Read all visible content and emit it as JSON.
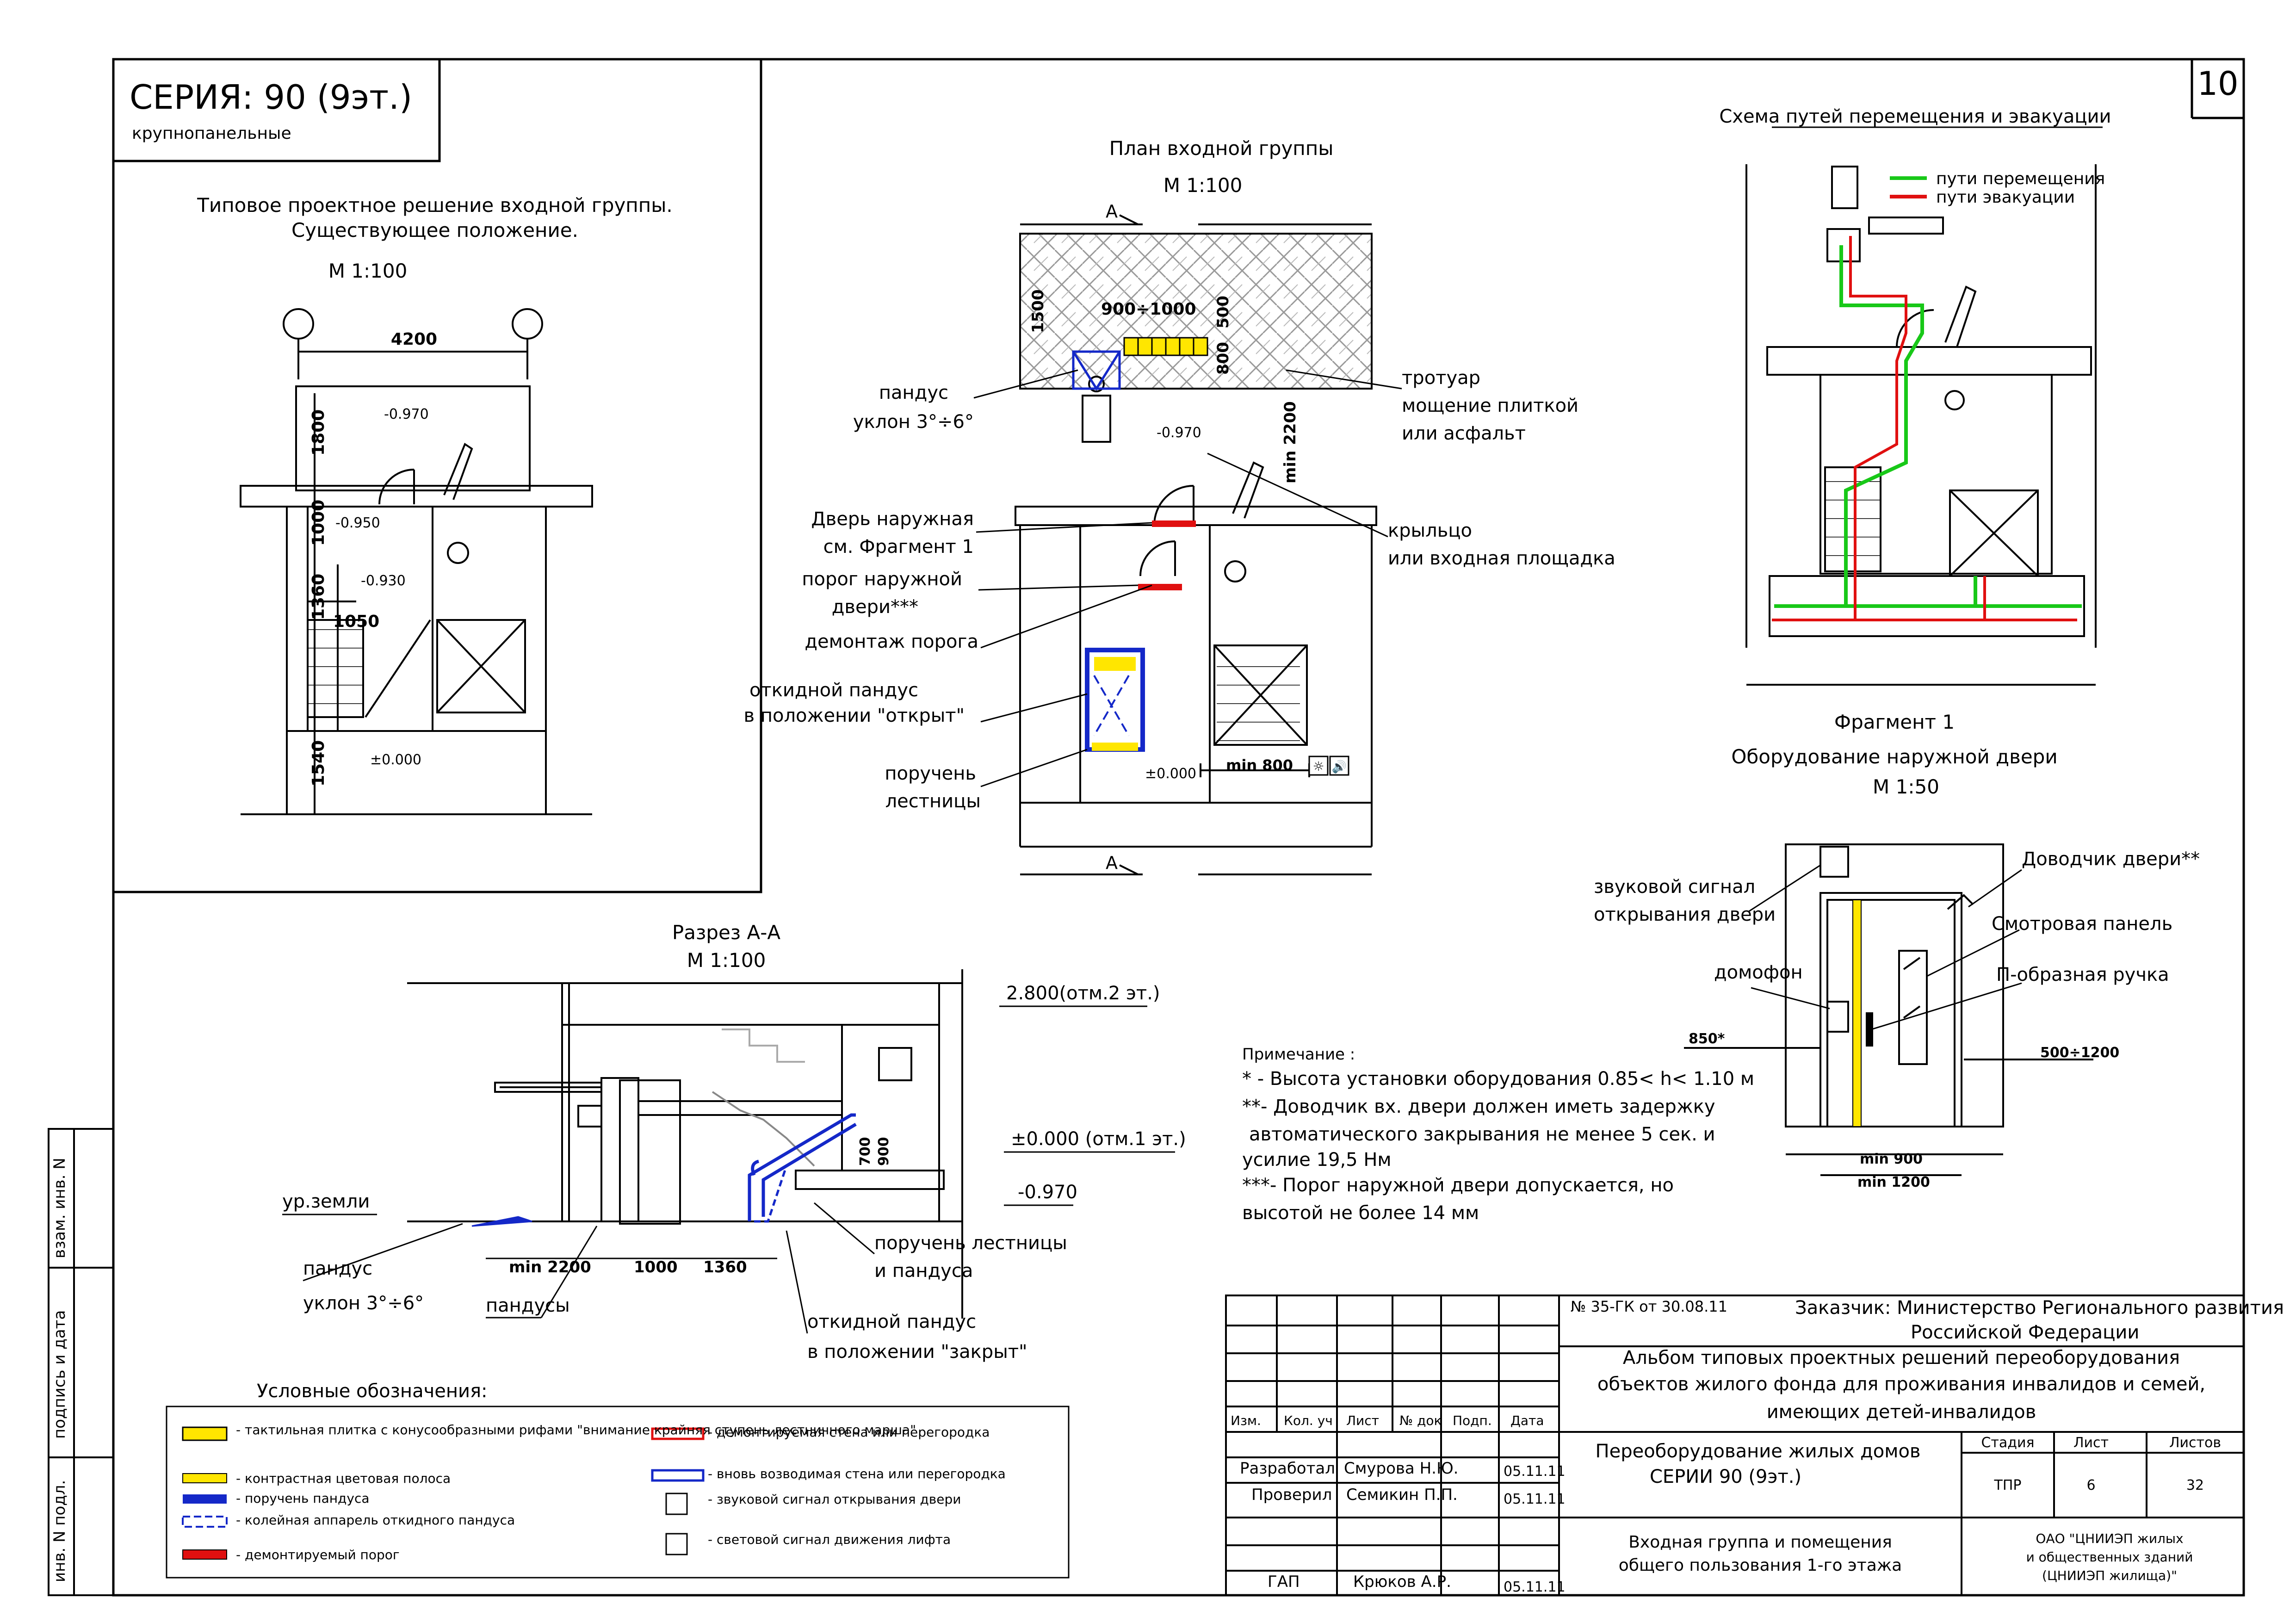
{
  "sheet_number": "10",
  "series_box": {
    "title": "СЕРИЯ: 90 (9эт.)",
    "subtitle": "крупнопанельные"
  },
  "typical": {
    "title1": "Типовое проектное решение входной группы.",
    "title2": "Существующее положение.",
    "scale": "М 1:100",
    "dims": [
      "4200",
      "1800",
      "1000",
      "1360",
      "1540",
      "1050"
    ],
    "levels": [
      "-0.970",
      "-0.950",
      "-0.930",
      "±0.000"
    ]
  },
  "plan": {
    "title": "План входной группы",
    "scale": "М 1:100",
    "section_mark": "А",
    "dims": [
      "900÷1000",
      "1500",
      "500",
      "800",
      "min 2200",
      "min 800"
    ],
    "levels": [
      "-0.970",
      "±0.000"
    ],
    "labels": {
      "ramp1": "пандус",
      "ramp2": "уклон 3°÷6°",
      "door1": "Дверь наружная",
      "door2": "см. Фрагмент 1",
      "threshold1": "порог наружной",
      "threshold2": "двери***",
      "dismantle": "демонтаж порога",
      "foldramp1": "откидной пандус",
      "foldramp2": "в положении \"открыт\"",
      "rail1": "поручень",
      "rail2": "лестницы",
      "sidewalk1": "тротуар",
      "sidewalk2": "мощение плиткой",
      "sidewalk3": "или асфальт",
      "porch1": "крыльцо",
      "porch2": "или входная площадка"
    }
  },
  "scheme": {
    "title": "Схема путей перемещения и эвакуации",
    "legend_move": "пути перемещения",
    "legend_evac": "пути эвакуации"
  },
  "fragment": {
    "title": "Фрагмент 1",
    "subtitle": "Оборудование наружной двери",
    "scale": "М 1:50",
    "labels": {
      "sound1": "звуковой сигнал",
      "sound2": "открывания двери",
      "intercom": "домофон",
      "closer": "Доводчик двери**",
      "panel": "Смотровая панель",
      "handle": "П-образная ручка"
    },
    "dims": [
      "850*",
      "500÷1200",
      "min 900",
      "min 1200"
    ]
  },
  "section": {
    "title": "Разрез А-А",
    "scale": "М 1:100",
    "levels": [
      "2.800(отм.2 эт.)",
      "±0.000 (отм.1 эт.)",
      "-0.970"
    ],
    "dims": [
      "min 2200",
      "1000",
      "1360",
      "700",
      "900"
    ],
    "labels": {
      "ground": "ур.земли",
      "ramp1": "пандус",
      "ramp2": "уклон 3°÷6°",
      "ramps": "пандусы",
      "rail1": "поручень лестницы",
      "rail2": "и пандуса",
      "fold1": "откидной пандус",
      "fold2": "в положении \"закрыт\""
    }
  },
  "notes": {
    "heading": "Примечание :",
    "lines": [
      "* - Высота установки оборудования 0.85< h< 1.10 м",
      "**- Доводчик вх. двери должен иметь задержку",
      "автоматического закрывания не менее 5 сек. и",
      "усилие 19,5 Нм",
      "***-  Порог наружной двери допускается, но",
      "высотой не более 14 мм"
    ]
  },
  "legend": {
    "title": "Условные обозначения:",
    "items": [
      "- тактильная плитка с конусообразными рифами \"внимание крайняя ступень лестничного марша\"",
      "- контрастная цветовая полоса",
      "- поручень пандуса",
      "- колейная аппарель откидного пандуса",
      "- демонтируемый порог",
      "- демонтируемая стена или перегородка",
      "- вновь возводимая стена или перегородка",
      "- звуковой сигнал открывания двери",
      "- световой сигнал движения лифта"
    ]
  },
  "side_stamp": [
    "взам. инв. N",
    "подпись и дата",
    "инв. N подл."
  ],
  "titleblock": {
    "contract": "№ 35-ГК от 30.08.11",
    "customer1": "Заказчик: Министерство Регионального развития",
    "customer2": "Российской Федерации",
    "album1": "Альбом типовых проектных решений переоборудования",
    "album2": "объектов жилого фонда для проживания инвалидов и семей,",
    "album3": "имеющих детей-инвалидов",
    "header": [
      "Изм.",
      "Кол. уч",
      "Лист",
      "№ док",
      "Подп.",
      "Дата"
    ],
    "rows": [
      {
        "role": "Разработал",
        "name": "Смурова Н.Ю.",
        "date": "05.11.11"
      },
      {
        "role": "Проверил",
        "name": "Семикин П.П.",
        "date": "05.11.11"
      },
      {
        "role": "ГАП",
        "name": "Крюков А.Р.",
        "date": "05.11.11"
      }
    ],
    "subject1": "Переоборудование жилых домов",
    "subject2": "СЕРИИ 90 (9эт.)",
    "sheet_title1": "Входная группа и помещения",
    "sheet_title2": "общего пользования 1-го этажа",
    "stage_h": "Стадия",
    "sheet_h": "Лист",
    "sheets_h": "Листов",
    "stage": "ТПР",
    "sheet": "6",
    "sheets": "32",
    "org1": "ОАО \"ЦНИИЭП жилых",
    "org2": "и общественных зданий",
    "org3": "(ЦНИИЭП жилища)\""
  },
  "colors": {
    "yellow": "#ffe600",
    "blue": "#1428c8",
    "red": "#e01010",
    "green": "#18c818",
    "hatch": "#888888"
  }
}
